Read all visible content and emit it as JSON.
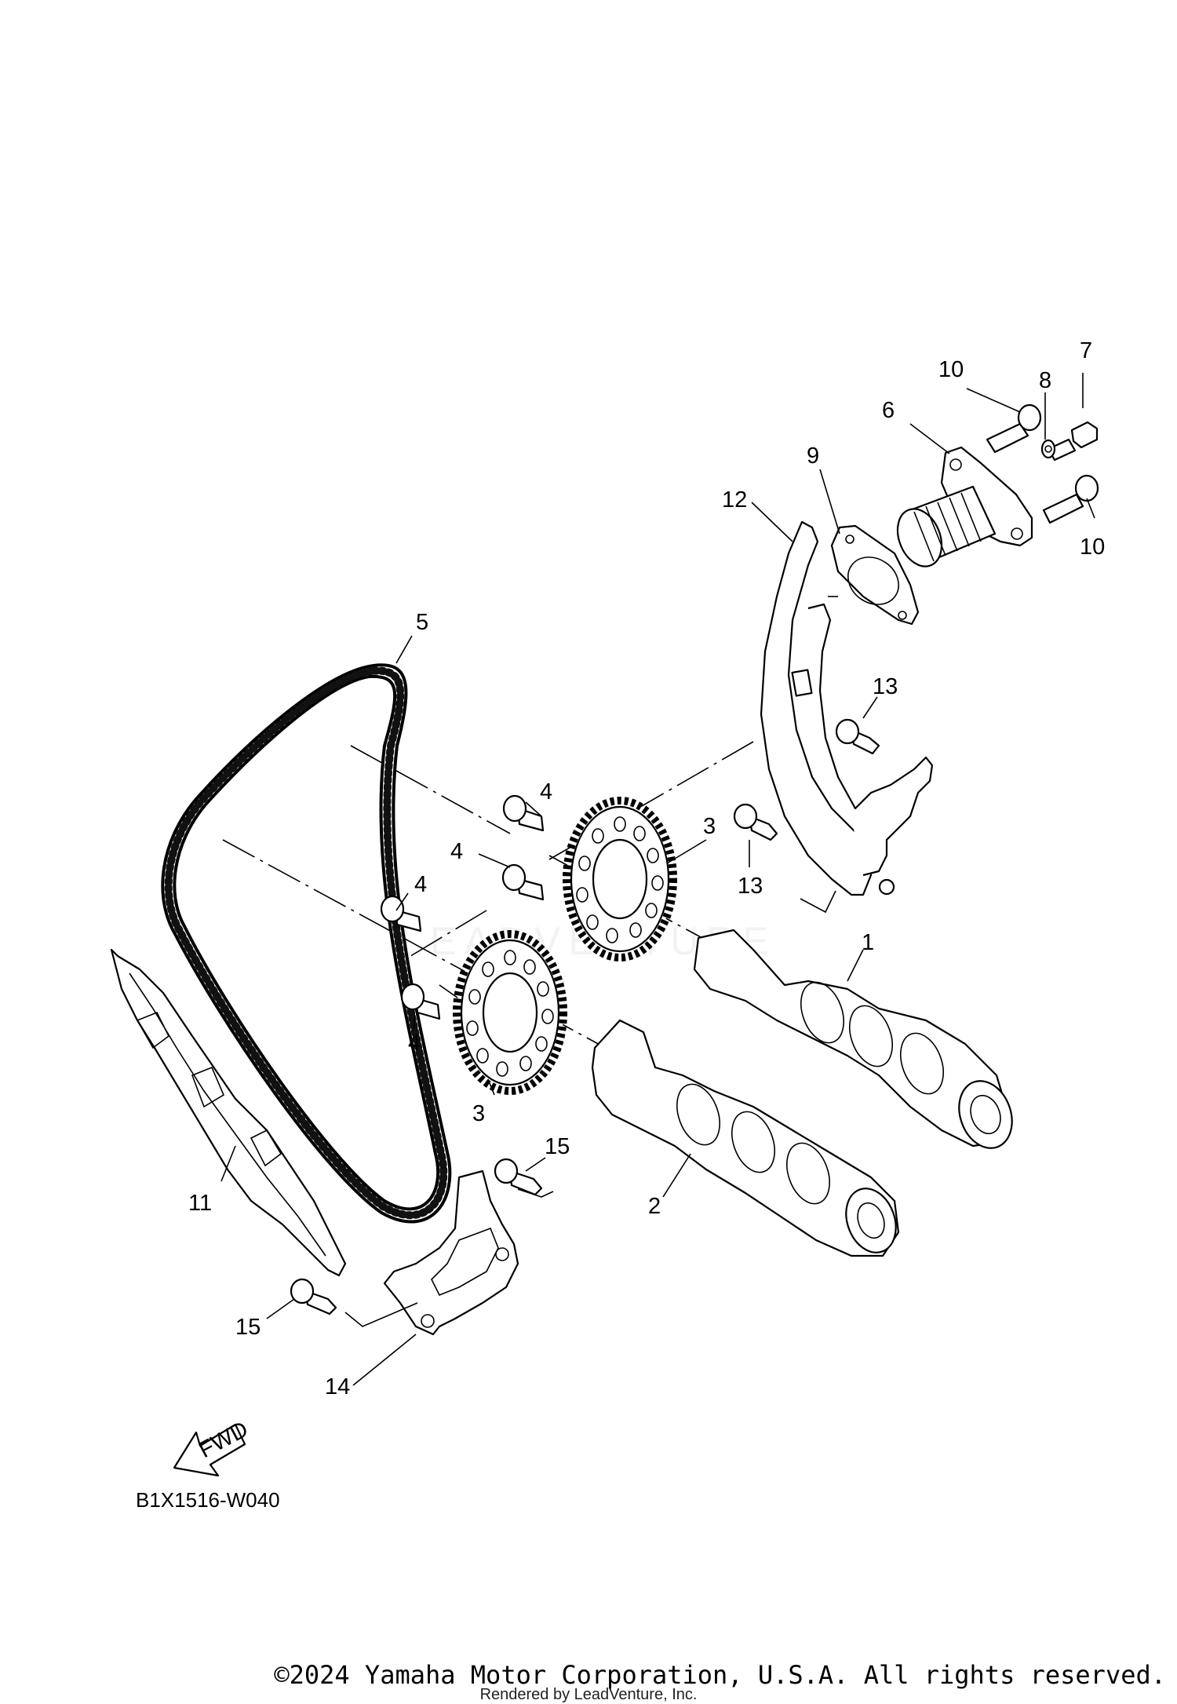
{
  "diagram": {
    "code": "B1X1516-W040",
    "fwd_label": "FWD",
    "watermark": "LEADVENTURE",
    "callouts": [
      {
        "id": "c1",
        "text": "1"
      },
      {
        "id": "c2",
        "text": "2"
      },
      {
        "id": "c3a",
        "text": "3"
      },
      {
        "id": "c3b",
        "text": "3"
      },
      {
        "id": "c4a",
        "text": "4"
      },
      {
        "id": "c4b",
        "text": "4"
      },
      {
        "id": "c4c",
        "text": "4"
      },
      {
        "id": "c4d",
        "text": "4"
      },
      {
        "id": "c5",
        "text": "5"
      },
      {
        "id": "c6",
        "text": "6"
      },
      {
        "id": "c7",
        "text": "7"
      },
      {
        "id": "c8",
        "text": "8"
      },
      {
        "id": "c9",
        "text": "9"
      },
      {
        "id": "c10a",
        "text": "10"
      },
      {
        "id": "c10b",
        "text": "10"
      },
      {
        "id": "c11",
        "text": "11"
      },
      {
        "id": "c12",
        "text": "12"
      },
      {
        "id": "c13a",
        "text": "13"
      },
      {
        "id": "c13b",
        "text": "13"
      },
      {
        "id": "c14",
        "text": "14"
      },
      {
        "id": "c15a",
        "text": "15"
      },
      {
        "id": "c15b",
        "text": "15"
      }
    ]
  },
  "footer": {
    "copyright": "©2024 Yamaha Motor Corporation, U.S.A. All rights reserved.",
    "rendered_by": "Rendered by LeadVenture, Inc."
  }
}
